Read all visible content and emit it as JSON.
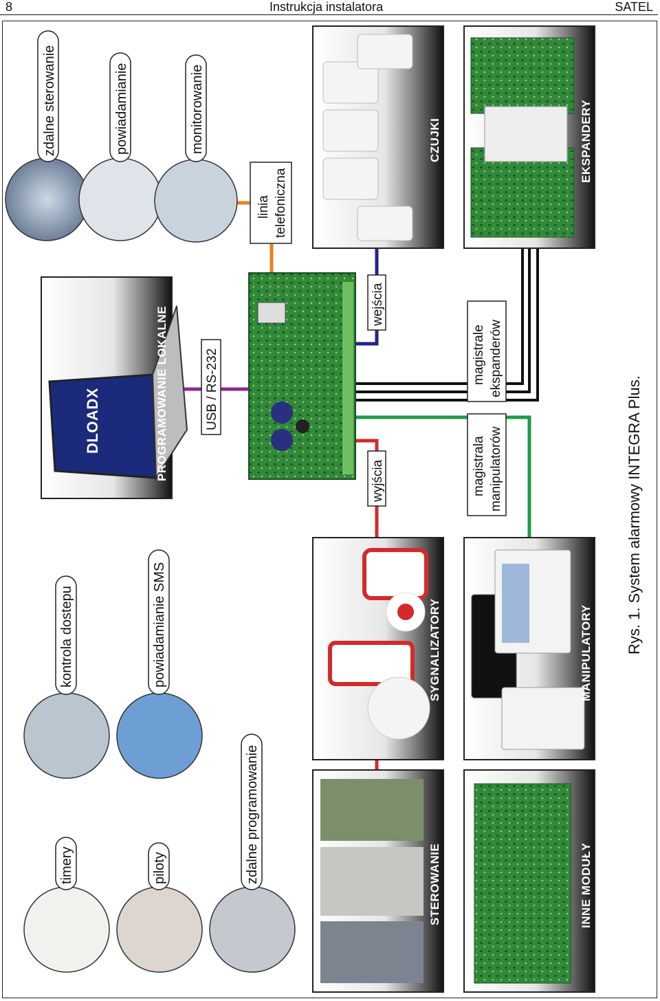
{
  "header": {
    "page_number": "8",
    "title": "Instrukcja instalatora",
    "brand": "SATEL"
  },
  "caption": "Rys. 1. System alarmowy INTEGRA Plus.",
  "pills_top": [
    "zdalne sterowanie",
    "powiadamianie",
    "monitorowanie"
  ],
  "pills_bottom": [
    "kontrola dostepu",
    "powiadamianie SMS",
    "timery",
    "piloty",
    "zdalne programowanie"
  ],
  "connections": {
    "phone_line_1": "linia",
    "phone_line_2": "telefoniczna",
    "usb": "USB / RS-232",
    "inputs": "wejścia",
    "outputs": "wyjścia",
    "expanders_bus_1": "magistrale",
    "expanders_bus_2": "ekspanderów",
    "keypads_bus_1": "magistrala",
    "keypads_bus_2": "manipulatorów"
  },
  "boxes": {
    "programming": "PROGRAMOWANIE LOKALNE",
    "software": "DLOADX",
    "detectors": "CZUJKI",
    "expanders": "EKSPANDERY",
    "sirens": "SYGNALIZATORY",
    "keypads": "MANIPULATORY",
    "control": "STEROWANIE",
    "other_modules": "INNE MODUŁY"
  },
  "colors": {
    "phone": "#e8821e",
    "usb": "#8c2a8c",
    "inputs": "#23238a",
    "outputs": "#d42a2a",
    "keypads": "#1e9a4a",
    "expanders": "#111111",
    "pcb": "#2f8a3a"
  }
}
